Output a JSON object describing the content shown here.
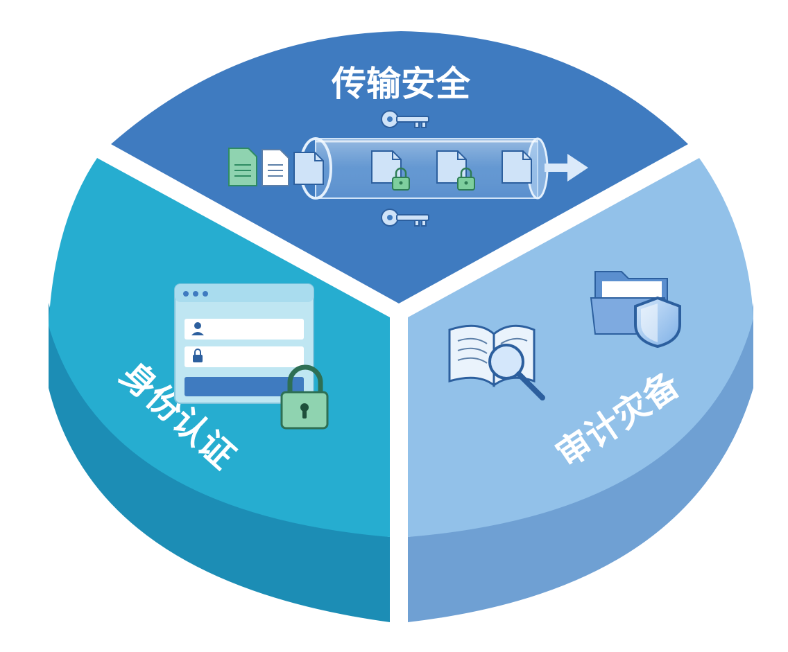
{
  "diagram": {
    "segments": [
      {
        "id": "transport",
        "label": "传输安全",
        "icon": "encrypted-file-tunnel-icon",
        "color_top": "#3F7BC0",
        "color_side": "#2F63A3"
      },
      {
        "id": "auth",
        "label": "身份认证",
        "icon": "login-window-lock-icon",
        "color_top": "#26ADD0",
        "color_side": "#1C8DB5"
      },
      {
        "id": "audit",
        "label": "审计灾备",
        "icon": "book-search-folder-shield-icon",
        "color_top": "#92C1E9",
        "color_side": "#6FA0D3"
      }
    ]
  }
}
